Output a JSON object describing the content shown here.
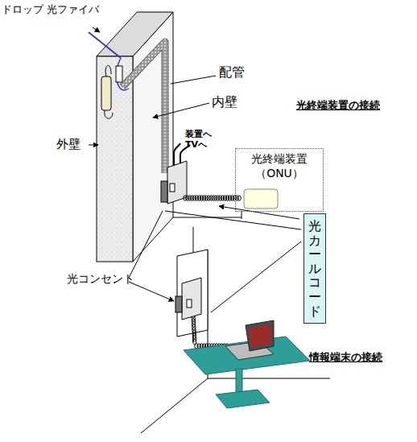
{
  "diagram": {
    "nodes": [
      {
        "text": [
          "光終端装置 （ONU）"
        ]
      },
      {
        "text": [
          "光カールコード"
        ]
      }
    ],
    "labels": [
      "ドロップ 光ファイバ",
      "配管",
      "内壁",
      "外壁",
      "光終端装置の接続",
      "装置へ TVへ",
      "光コンセント",
      "情報端末の接続"
    ]
  }
}
